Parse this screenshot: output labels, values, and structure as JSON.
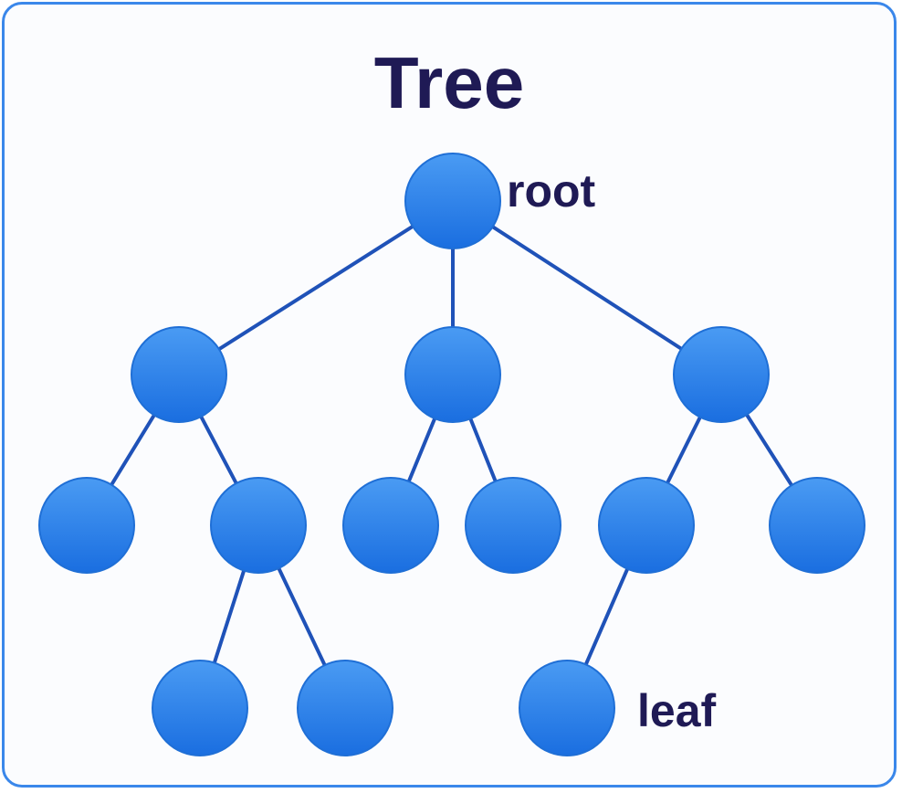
{
  "title": "Tree",
  "labels": {
    "root": "root",
    "leaf": "leaf"
  },
  "colors": {
    "border": "#3a87ea",
    "node_light": "#4a9bf3",
    "node_dark": "#1a6ee0",
    "edge": "#1f52b8",
    "text": "#1f1a55"
  },
  "tree": {
    "nodes": [
      "root",
      "a",
      "b",
      "c",
      "a1",
      "a2",
      "b1",
      "b2",
      "c1",
      "c2",
      "a2x",
      "a2y",
      "c1x"
    ],
    "edges": [
      [
        "root",
        "a"
      ],
      [
        "root",
        "b"
      ],
      [
        "root",
        "c"
      ],
      [
        "a",
        "a1"
      ],
      [
        "a",
        "a2"
      ],
      [
        "b",
        "b1"
      ],
      [
        "b",
        "b2"
      ],
      [
        "c",
        "c1"
      ],
      [
        "c",
        "c2"
      ],
      [
        "a2",
        "a2x"
      ],
      [
        "a2",
        "a2y"
      ],
      [
        "c1",
        "c1x"
      ]
    ]
  }
}
